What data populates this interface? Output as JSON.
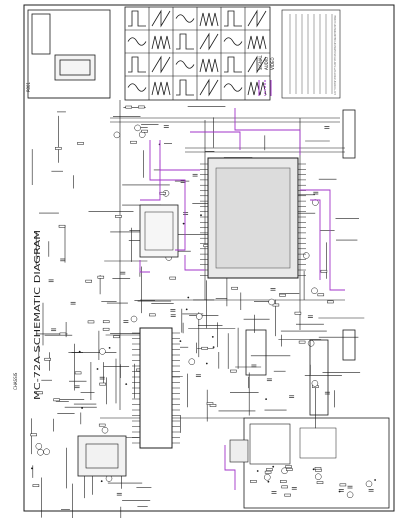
{
  "document": {
    "title_rotated": "MC-72A SCHEMATIC DIAGRAM",
    "section_label_rotated": "CHASSIS",
    "note_rotated": "CAUTION: THE PARTS MARKED WITH ARE IMPORTANT FOR SAFETY. REPLACE WITH SPECIFIED PARTS. VOLTAGES MEASURED WITH NO SIGNAL. WAVEFORMS MEASURED WITH COLOR BAR SIGNAL.",
    "legend": {
      "signal_label": "SIGNAL",
      "audio_label": "AUDIO",
      "video_label": "VIDEO"
    },
    "connector_label": "P801",
    "colors": {
      "line": "#1c1c1c",
      "accent": "#a233c8",
      "paper": "#ffffff"
    }
  }
}
